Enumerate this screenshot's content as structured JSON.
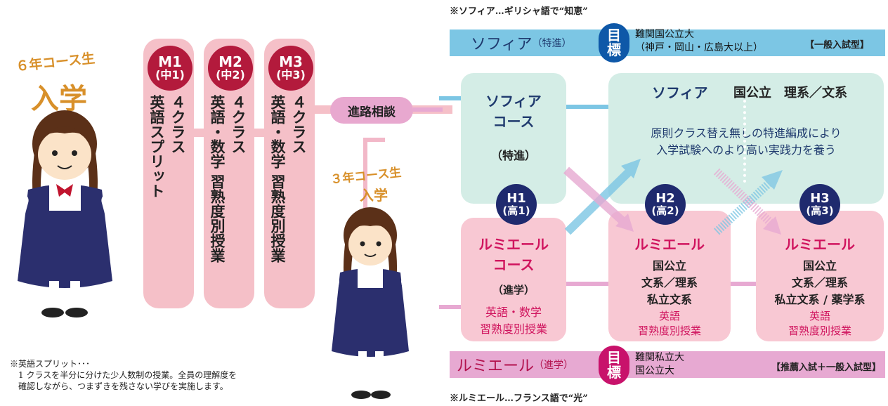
{
  "left": {
    "six_year_label": "６年コース生",
    "six_year_enroll": "入学",
    "three_year_label": "３年コース生",
    "three_year_enroll": "入学"
  },
  "middle": [
    {
      "badge_top": "M1",
      "badge_bottom": "(中1)",
      "line1": "４クラス",
      "line2": "英語スプリット",
      "line3": ""
    },
    {
      "badge_top": "M2",
      "badge_bottom": "(中2)",
      "line1": "４クラス",
      "line2": "英語・数学",
      "line3": "習熟度別授業"
    },
    {
      "badge_top": "M3",
      "badge_bottom": "(中3)",
      "line1": "４クラス",
      "line2": "英語・数学",
      "line3": "習熟度別授業"
    }
  ],
  "consult": "進路相談",
  "note_top": "※ソフィア…ギリシャ語で“知恵”",
  "note_bottom": "※ルミエール…フランス語で“光”",
  "sophia_band": {
    "title": "ソフィア",
    "sub": "（特進）",
    "goal_chars": [
      "目",
      "標"
    ],
    "target1": "難関国公立大",
    "target2": "（神戸・岡山・広島大以上）",
    "exam": "【一般入試型】"
  },
  "lumiere_band": {
    "title": "ルミエール",
    "sub": "（進学）",
    "goal_chars": [
      "目",
      "標"
    ],
    "target1": "難関私立大",
    "target2": "国公立大",
    "exam": "【推薦入試＋一般入試型】"
  },
  "sophia_course": {
    "line1": "ソフィア",
    "line2": "コース",
    "sub": "（特進）"
  },
  "sophia_big": {
    "title": "ソフィア",
    "kinds": "国公立　理系／文系",
    "desc1": "原則クラス替え無しの特進編成により",
    "desc2": "入学試験へのより高い実践力を養う"
  },
  "h_badges": [
    {
      "top": "H1",
      "bottom": "(高1)"
    },
    {
      "top": "H2",
      "bottom": "(高2)"
    },
    {
      "top": "H3",
      "bottom": "(高3)"
    }
  ],
  "lumiere_course": {
    "line1": "ルミエール",
    "line2": "コース",
    "sub": "（進学）",
    "note1": "英語・数学",
    "note2": "習熟度別授業"
  },
  "lumiere_h2": {
    "title": "ルミエール",
    "l1": "国公立",
    "l2": "文系／理系",
    "l3": "私立文系",
    "n1": "英語",
    "n2": "習熟度別授業"
  },
  "lumiere_h3": {
    "title": "ルミエール",
    "l1": "国公立",
    "l2": "文系／理系",
    "l3": "私立文系 / 薬学系",
    "n1": "英語",
    "n2": "習熟度別授業"
  },
  "footnote": {
    "title": "※英語スプリット･･･",
    "body1": "1 クラスを半分に分けた少人数制の授業。全員の理解度を",
    "body2": "確認しながら、つまずきを残さない学びを実施します。"
  },
  "colors": {
    "maroon": "#b31a3c",
    "navy": "#1f2a6e",
    "pink_box": "#f8c8d3",
    "mint_box": "#d4ede6",
    "sky_band": "#7cc6e4",
    "lumiere_band": "#e7a9d2",
    "lumiere_text": "#d0145e",
    "orange_text": "#d8902a"
  }
}
